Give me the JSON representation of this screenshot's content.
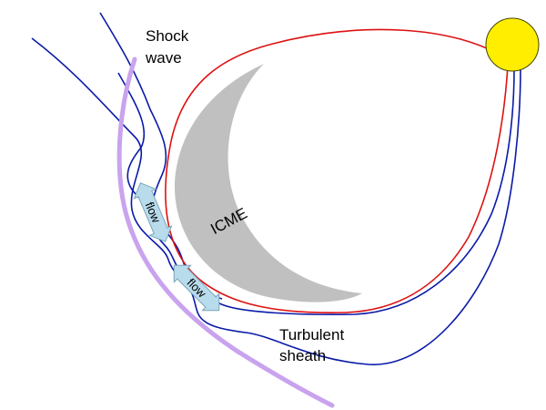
{
  "labels": {
    "shock_line1": "Shock",
    "shock_line2": "wave",
    "icme": "ICME",
    "flow_upper": "flow",
    "flow_lower": "flow",
    "sheath_line1": "Turbulent",
    "sheath_line2": "sheath"
  },
  "icons": {
    "sun": "sun-icon",
    "flow_arrow": "double-headed-arrow-icon"
  },
  "colors": {
    "background": "#ffffff",
    "sun_fill": "#ffee00",
    "sun_stroke": "#444400",
    "icme_fill": "#c0c0c0",
    "cme_boundary": "#dd1111",
    "field_lines": "#0a1aa8",
    "shock": "#c9a3ee",
    "arrow_fill": "#b8dcec",
    "arrow_stroke": "#7aa6b8"
  }
}
